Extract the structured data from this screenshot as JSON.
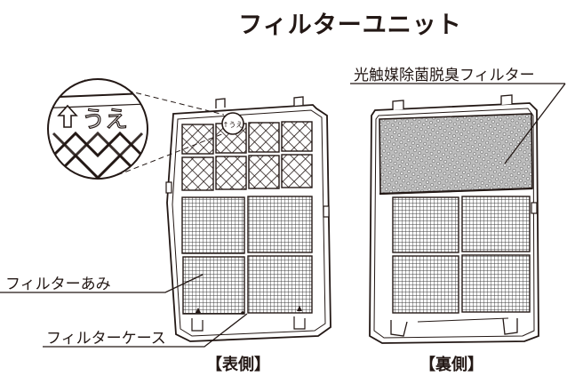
{
  "title": "フィルターユニット",
  "labels": {
    "deodorizing_filter": "光触媒除菌脱臭フィルター",
    "filter_mesh": "フィルターあみ",
    "filter_case": "フィルターケース",
    "zoom_marking": "うえ"
  },
  "captions": {
    "front": "【表側】",
    "back": "【裏側】"
  }
}
